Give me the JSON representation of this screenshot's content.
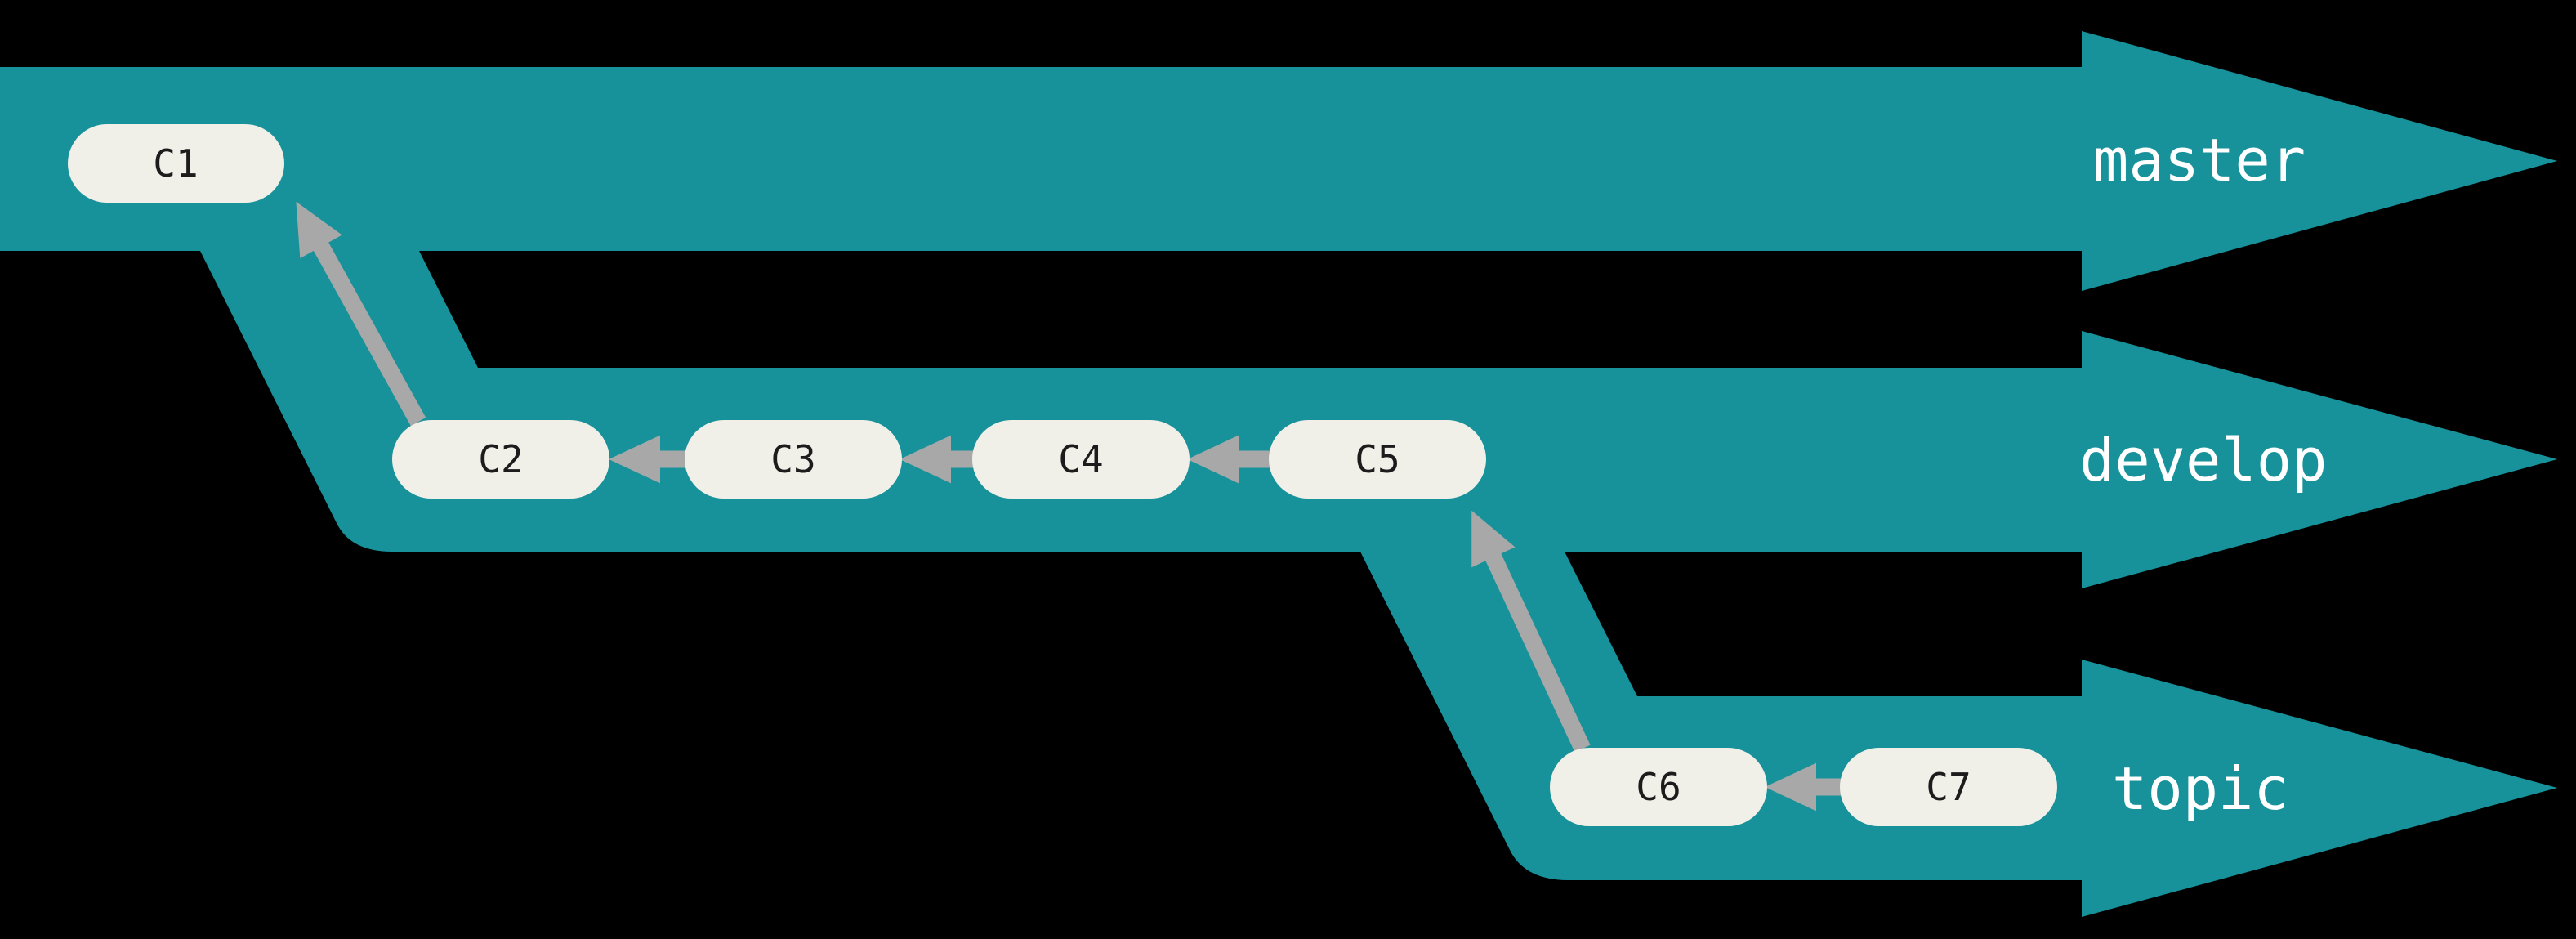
{
  "figure": {
    "kind": "git-branch-diagram",
    "background_color": "#000000",
    "branch_band_color": "#17929B",
    "commit_node_fill": "#F0EFE8",
    "commit_text_color": "#1E1B1C",
    "branch_label_color": "#FFFFFF",
    "parent_arrow_color": "#A8A8A8"
  },
  "branches": [
    {
      "label": "master",
      "commits_on_branch": [
        "C1"
      ]
    },
    {
      "label": "develop",
      "commits_on_branch": [
        "C2",
        "C3",
        "C4",
        "C5"
      ]
    },
    {
      "label": "topic",
      "commits_on_branch": [
        "C6",
        "C7"
      ]
    }
  ],
  "commits": [
    {
      "id": "C1",
      "branch": "master"
    },
    {
      "id": "C2",
      "branch": "develop"
    },
    {
      "id": "C3",
      "branch": "develop"
    },
    {
      "id": "C4",
      "branch": "develop"
    },
    {
      "id": "C5",
      "branch": "develop"
    },
    {
      "id": "C6",
      "branch": "topic"
    },
    {
      "id": "C7",
      "branch": "topic"
    }
  ],
  "parent_links": [
    {
      "from": "C2",
      "to": "C1"
    },
    {
      "from": "C3",
      "to": "C2"
    },
    {
      "from": "C4",
      "to": "C3"
    },
    {
      "from": "C5",
      "to": "C4"
    },
    {
      "from": "C6",
      "to": "C5"
    },
    {
      "from": "C7",
      "to": "C6"
    }
  ]
}
